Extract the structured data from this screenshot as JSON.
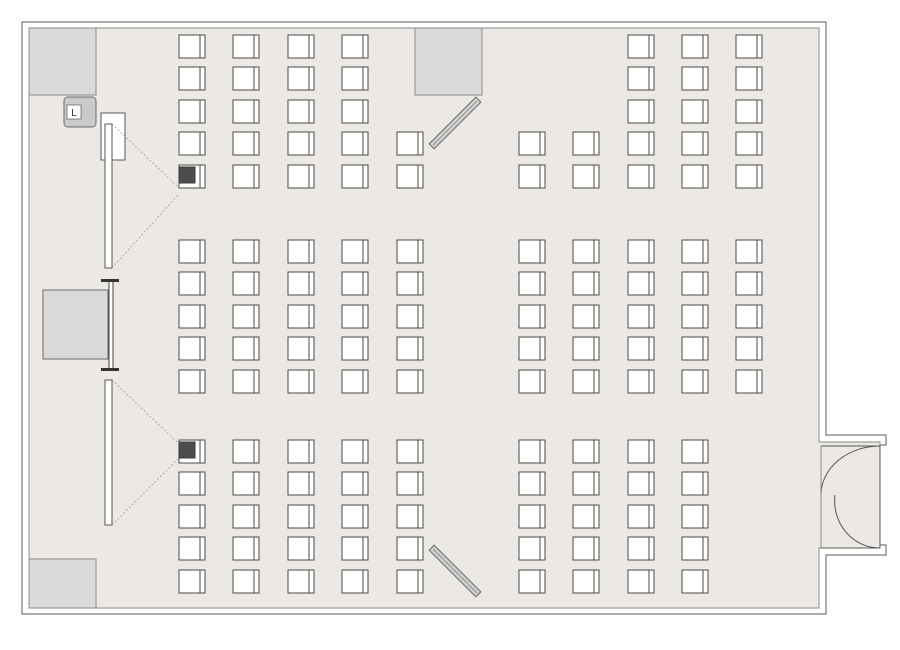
{
  "colors": {
    "floor": "#ece9e4",
    "wall_fill": "#ffffff",
    "wall_stroke": "#7a7a7a",
    "block": "#dadada",
    "seat": "#ffffff",
    "seat_outline": "#4a4a4a",
    "seat_highlight": "#c6c6c6",
    "camera": "#4d4d4d",
    "guide": "#9a9a9a"
  },
  "lectern": {
    "label": "L"
  },
  "seating": {
    "rows": 15,
    "columns": 10,
    "occupancy": [
      "1111000111",
      "1111000111",
      "1111000111",
      "1111111111",
      "1111111111",
      "1111111111",
      "1111111111",
      "1111111111",
      "1111111111",
      "1111111111",
      "1111111110",
      "1111111110",
      "1111111110",
      "1111111110",
      "1111111110"
    ],
    "highlighted": [
      [
        6,
        9
      ],
      [
        7,
        9
      ],
      [
        8,
        9
      ],
      [
        9,
        9
      ]
    ],
    "camera_seats": [
      [
        4,
        0
      ],
      [
        10,
        0
      ]
    ]
  }
}
